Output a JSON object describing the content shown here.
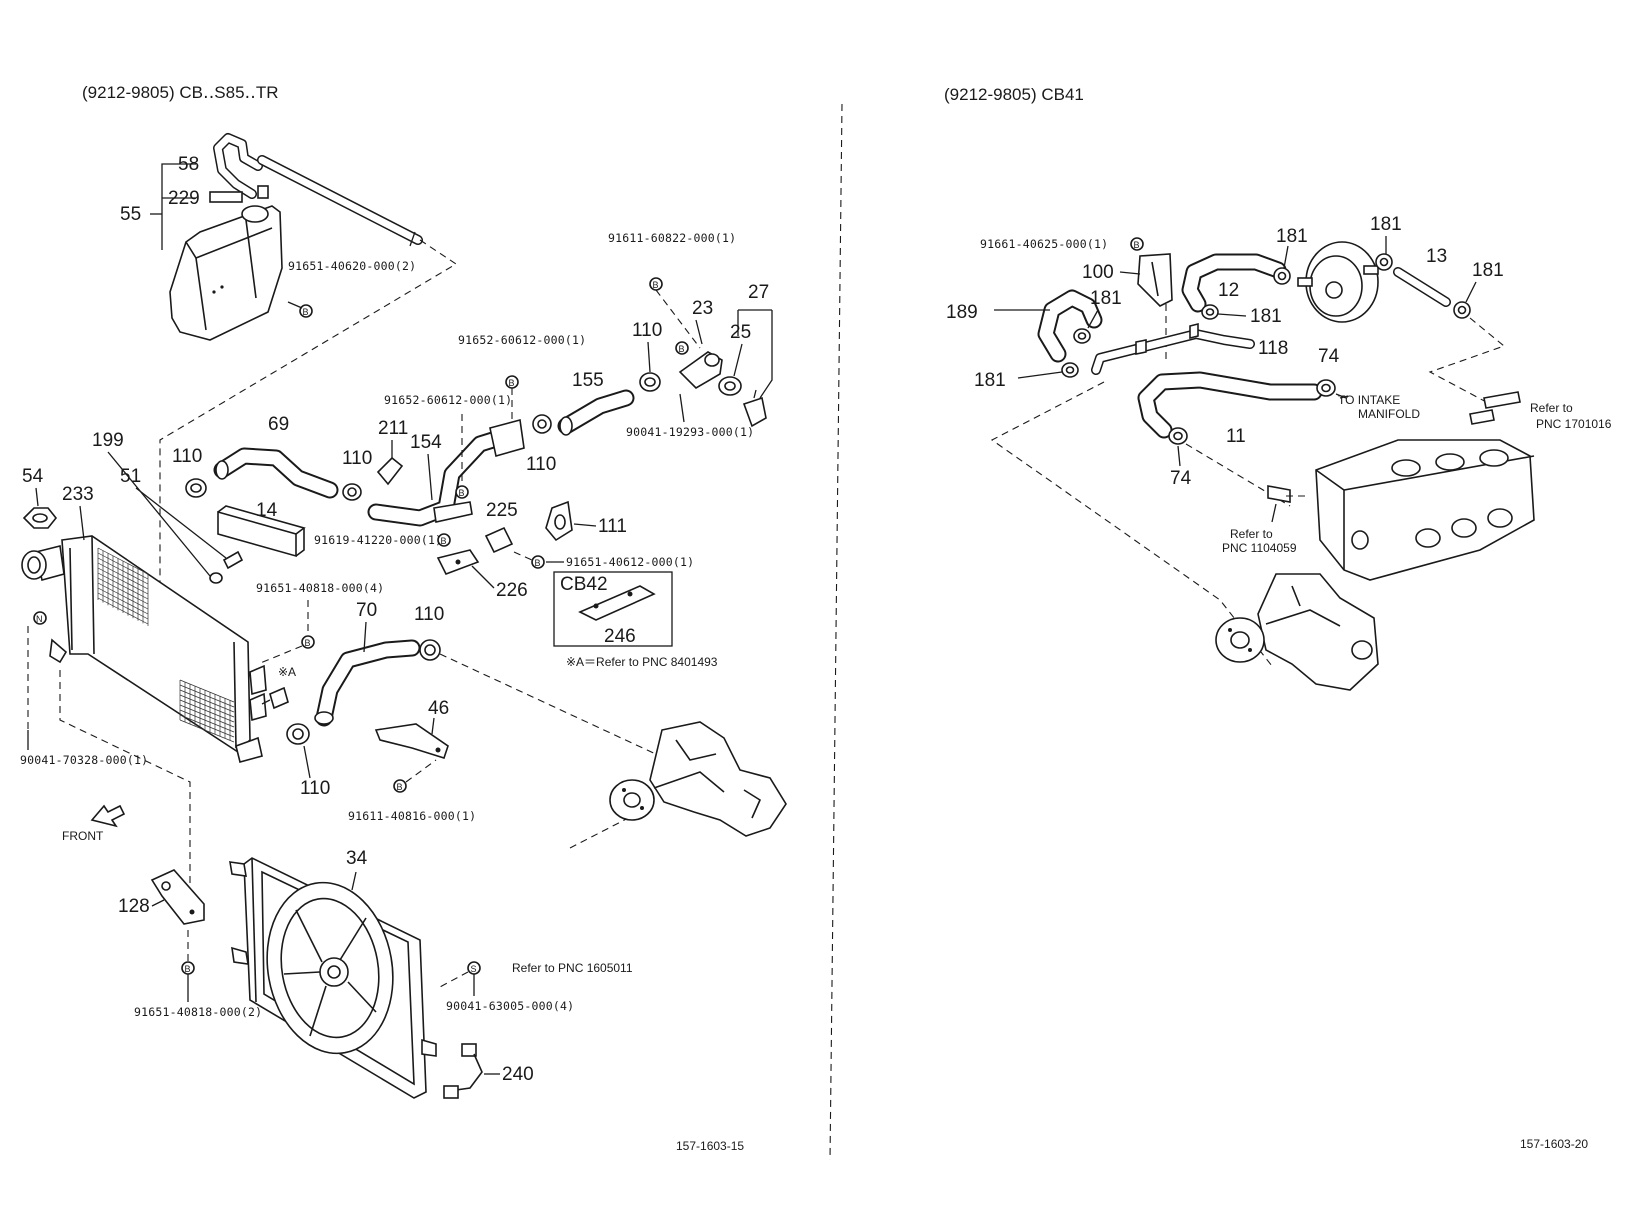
{
  "left_panel": {
    "header": "(9212-9805) CB‥S85‥TR",
    "code": "157-1603-15",
    "front_label": "FRONT",
    "cb42_label": "CB42",
    "note_a": "※A＝Refer to PNC 8401493",
    "mark_a": "※A",
    "belt_ref": "Refer to PNC 1605011",
    "callouts": [
      "58",
      "229",
      "55",
      "54",
      "233",
      "199",
      "51",
      "110",
      "69",
      "14",
      "110",
      "211",
      "154",
      "110",
      "155",
      "110",
      "23",
      "25",
      "27",
      "225",
      "111",
      "226",
      "246",
      "70",
      "110",
      "46",
      "110",
      "34",
      "128",
      "240"
    ],
    "part_numbers": [
      "91651-40620-000(2)",
      "91611-60822-000(1)",
      "91652-60612-000(1)",
      "91652-60612-000(1)",
      "90041-19293-000(1)",
      "91619-41220-000(1)",
      "91651-40612-000(1)",
      "91651-40818-000(4)",
      "90041-70328-000(1)",
      "91611-40816-000(1)",
      "91651-40818-000(2)",
      "90041-63005-000(4)"
    ]
  },
  "right_panel": {
    "header": "(9212-9805) CB41",
    "code": "157-1603-20",
    "intake_note": [
      "TO INTAKE",
      "MANIFOLD"
    ],
    "refer_1701016": [
      "Refer to",
      "PNC 1701016"
    ],
    "refer_1104059": [
      "Refer to",
      "PNC 1104059"
    ],
    "callouts": [
      "181",
      "181",
      "13",
      "181",
      "100",
      "12",
      "181",
      "181",
      "189",
      "118",
      "74",
      "181",
      "11",
      "74"
    ],
    "part_numbers": [
      "91661-40625-000(1)"
    ]
  },
  "symbols": {
    "bolt": "B",
    "nut": "N",
    "screw": "S"
  }
}
